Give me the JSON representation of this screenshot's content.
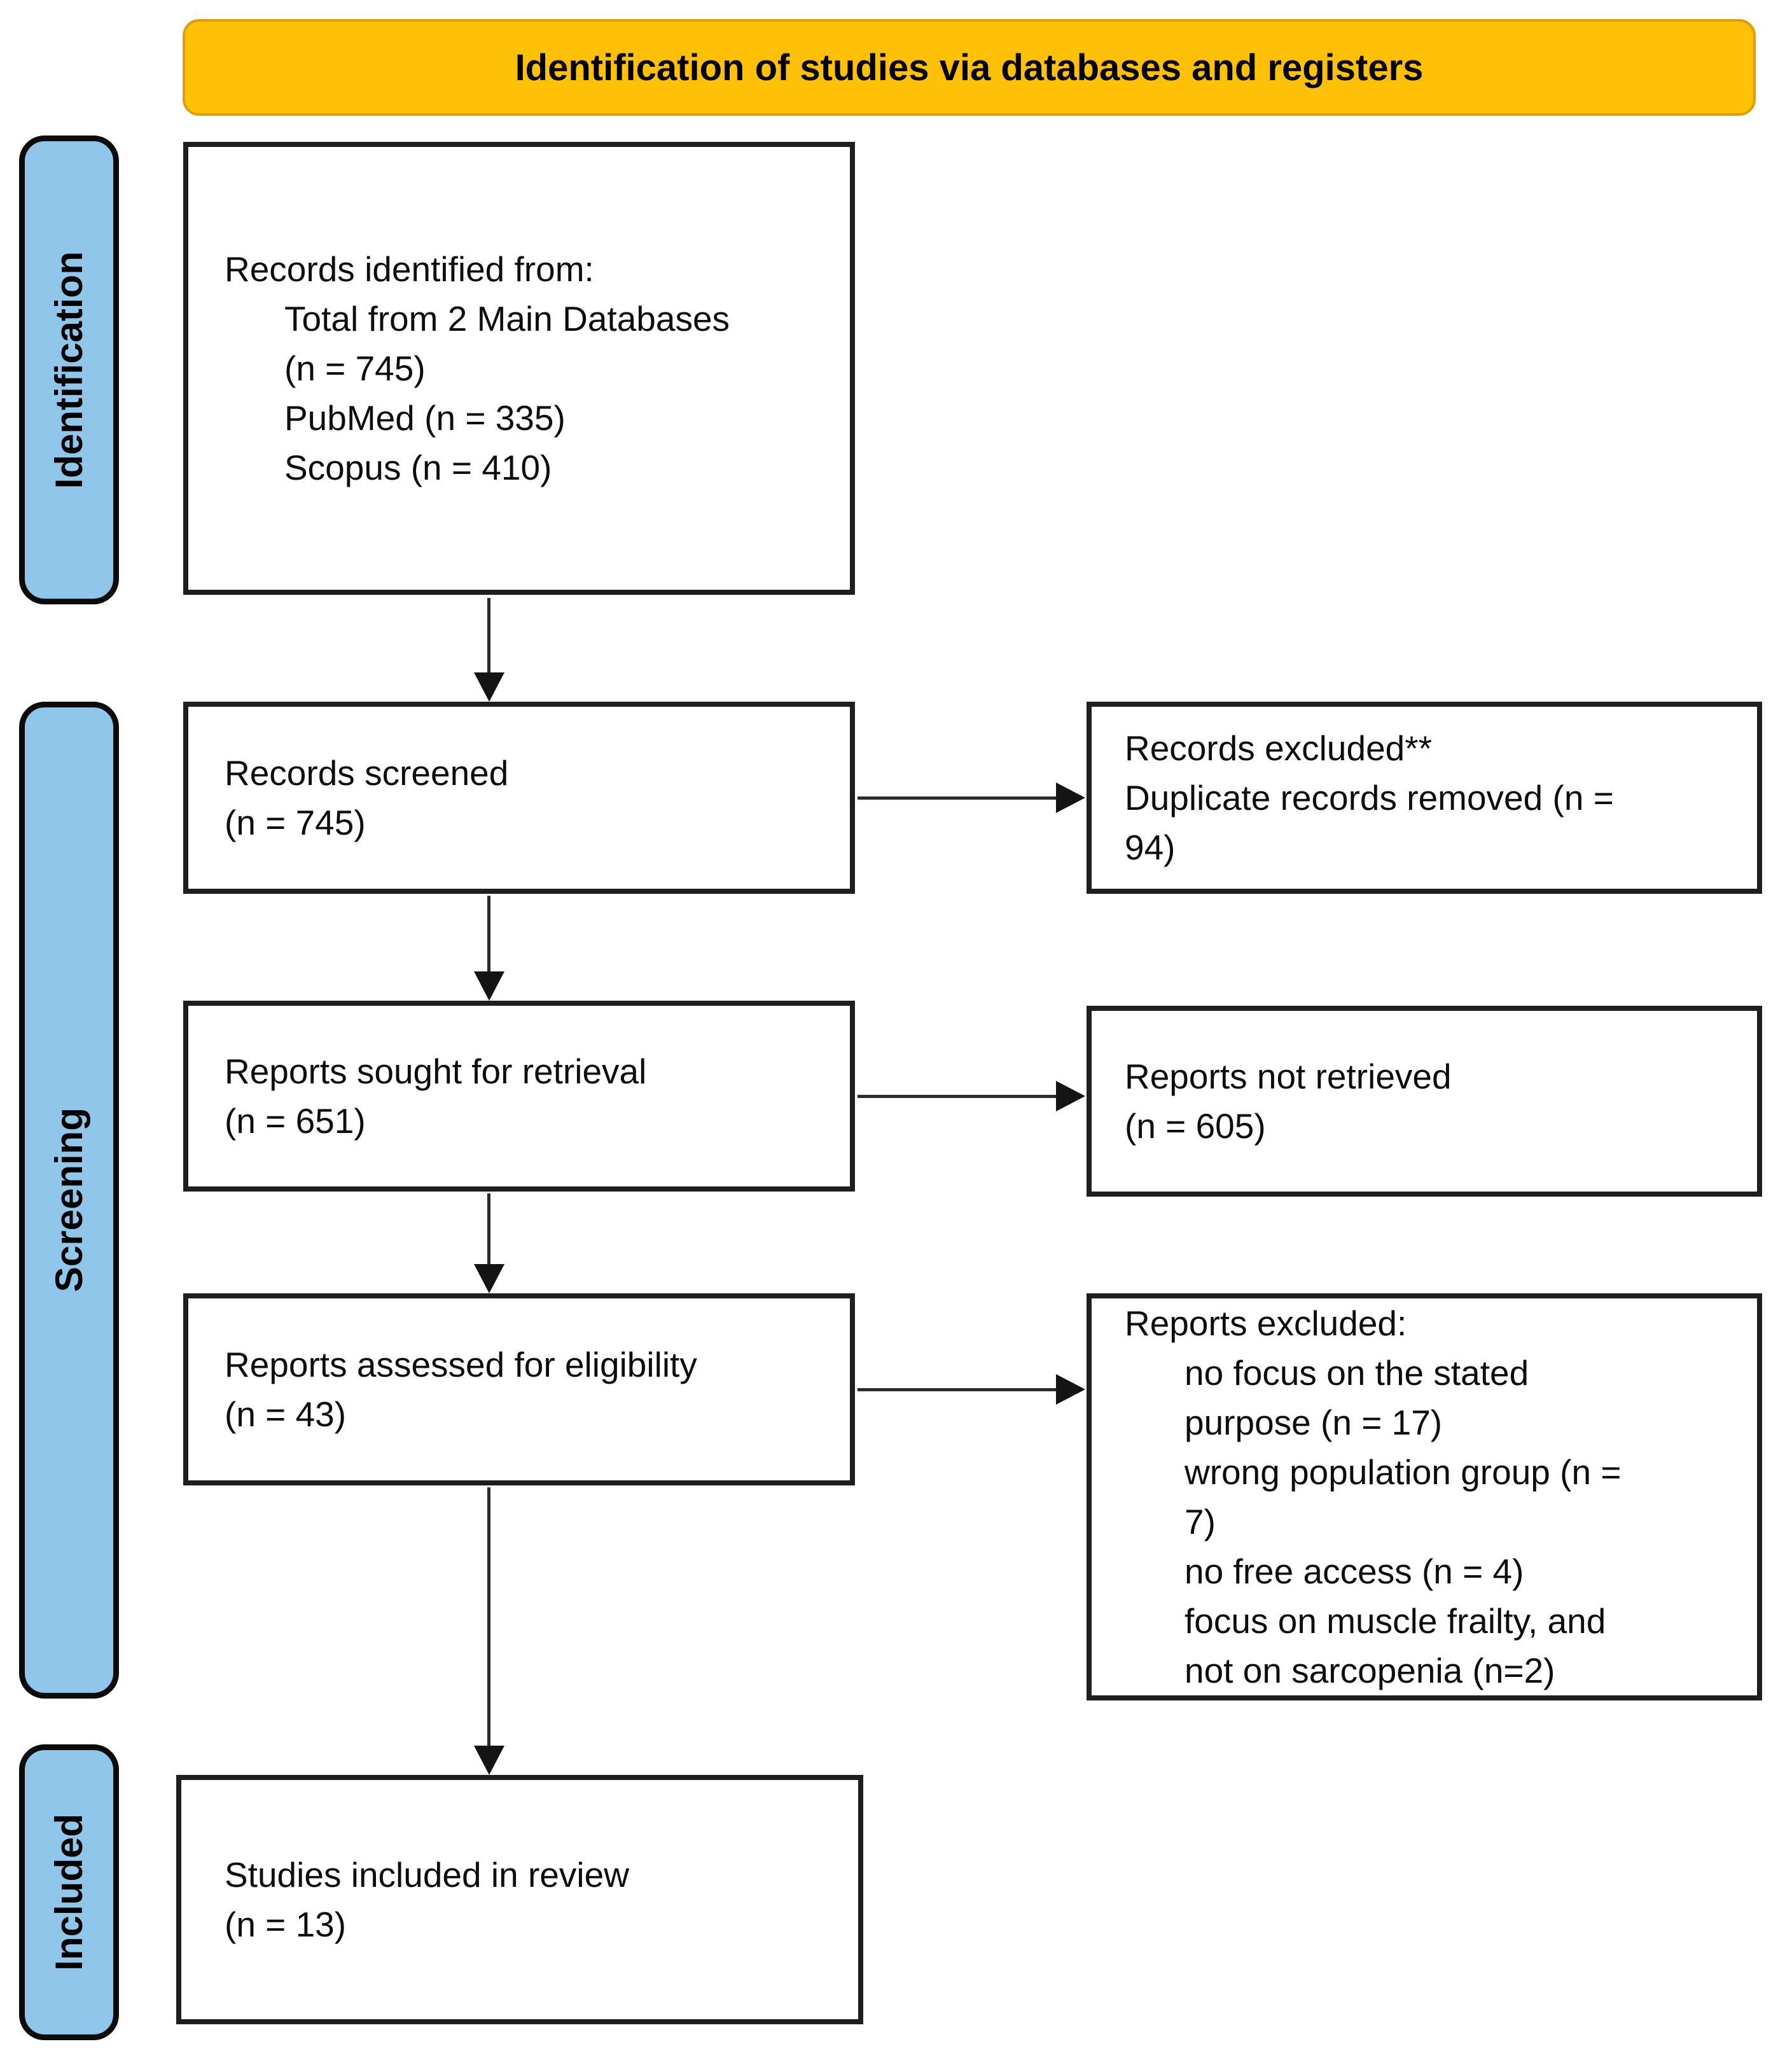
{
  "banner": {
    "title": "Identification of studies via databases and registers"
  },
  "stages": {
    "identification": "Identification",
    "screening": "Screening",
    "included": "Included"
  },
  "colors": {
    "banner_bg": "#FFC008",
    "stage_bg": "#8FC6E9",
    "box_border": "#1F1F1F",
    "text": "#111111"
  },
  "flow": {
    "records_identified": {
      "title": "Records identified from:",
      "lines": [
        "Total from 2 Main Databases",
        "(n = 745)",
        "PubMed (n = 335)",
        "Scopus (n = 410)"
      ]
    },
    "records_screened": {
      "lines": [
        "Records screened",
        "(n = 745)"
      ]
    },
    "reports_sought": {
      "lines": [
        "Reports sought for retrieval",
        "(n = 651)"
      ]
    },
    "reports_assessed": {
      "lines": [
        "Reports assessed for eligibility",
        "(n = 43)"
      ]
    },
    "studies_included": {
      "lines": [
        "Studies included in review",
        "(n = 13)"
      ]
    }
  },
  "side": {
    "records_excluded": {
      "lines": [
        "Records excluded**",
        "Duplicate records removed (n =",
        "94)"
      ]
    },
    "reports_not_retrieved": {
      "lines": [
        "Reports not retrieved",
        "(n = 605)"
      ]
    },
    "reports_excluded": {
      "title": "Reports excluded:",
      "lines": [
        "no focus on the stated",
        "purpose (n = 17)",
        "wrong population group (n =",
        "7)",
        "no free access (n = 4)",
        "focus on muscle frailty, and",
        "not on sarcopenia (n=2)"
      ]
    }
  }
}
